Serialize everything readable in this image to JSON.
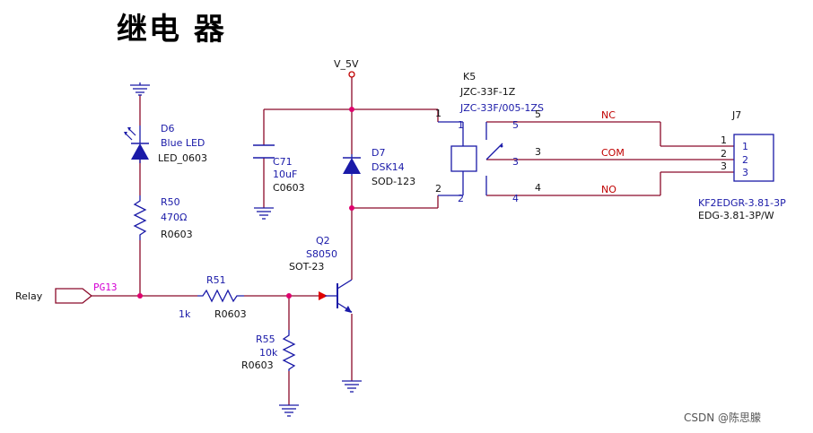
{
  "title": "继电 器",
  "watermark": "CSDN @陈思朦",
  "net_labels": {
    "supply": "V_5V",
    "input_port": "PG13",
    "input_name": "Relay",
    "nc": "NC",
    "com": "COM",
    "no": "NO"
  },
  "components": {
    "d6": {
      "ref": "D6",
      "value": "Blue LED",
      "package": "LED_0603"
    },
    "r50": {
      "ref": "R50",
      "value": "470Ω",
      "package": "R0603"
    },
    "c71": {
      "ref": "C71",
      "value": "10uF",
      "package": "C0603"
    },
    "d7": {
      "ref": "D7",
      "value": "DSK14",
      "package": "SOD-123"
    },
    "q2": {
      "ref": "Q2",
      "value": "S8050",
      "package": "SOT-23"
    },
    "r51": {
      "ref": "R51",
      "value": "1k",
      "package": "R0603"
    },
    "r55": {
      "ref": "R55",
      "value": "10k",
      "package": "R0603"
    },
    "k5": {
      "ref": "K5",
      "value": "JZC-33F-1Z",
      "package": "JZC-33F/005-1ZS"
    },
    "j7": {
      "ref": "J7",
      "value": "KF2EDGR-3.81-3P",
      "package": "EDG-3.81-3P/W"
    }
  },
  "pins": {
    "k5_coil_1_outer": "1",
    "k5_coil_1_inner": "1",
    "k5_coil_2_outer": "2",
    "k5_coil_2_inner": "2",
    "k5_nc_outer": "5",
    "k5_nc_inner": "5",
    "k5_com_outer": "3",
    "k5_com_inner": "3",
    "k5_no_outer": "4",
    "k5_no_inner": "4",
    "j7_1_outer": "1",
    "j7_2_outer": "2",
    "j7_3_outer": "3",
    "j7_1_inner": "1",
    "j7_2_inner": "2",
    "j7_3_inner": "3"
  },
  "colors": {
    "wire": "#8b0a2a",
    "component": "#1a1aa8",
    "junction": "#e0006e",
    "net_label": "#d400d4",
    "supply": "#c00000"
  }
}
